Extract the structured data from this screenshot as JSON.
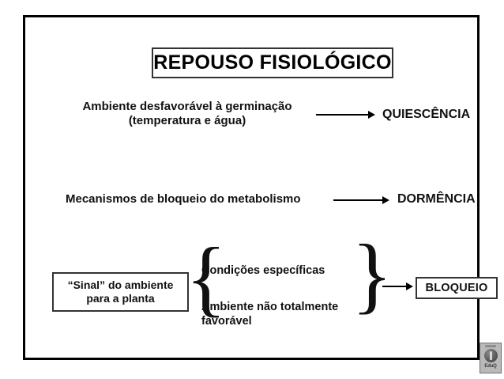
{
  "slide": {
    "title": "REPOUSO FISIOLÓGICO",
    "rows": [
      {
        "cause": "Ambiente desfavorável à germinação (temperatura e água)",
        "cause_line1": "Ambiente desfavorável à germinação",
        "cause_line2": "(temperatura e água)",
        "arrow": "arrow-right",
        "effect": "QUIESCÊNCIA"
      },
      {
        "cause": "Mecanismos de bloqueio do metabolismo",
        "arrow": "arrow-right",
        "effect": "DORMÊNCIA"
      }
    ],
    "bottom": {
      "signal_line1": "“Sinal” do ambiente",
      "signal_line2": "para a planta",
      "brace_left": "{",
      "brace_right": "}",
      "conditions": [
        "Condições específicas",
        "Ambiente não totalmente favorável"
      ],
      "condition2_line1": "Ambiente não totalmente",
      "condition2_line2": "favorável",
      "arrow": "arrow-right",
      "result": "BLOQUEIO"
    },
    "logo": {
      "label": "EduQ"
    },
    "colors": {
      "background": "#ffffff",
      "frame": "#000000",
      "text": "#111111",
      "box_border": "#333333",
      "logo_fill": "#b9b9b9"
    }
  }
}
